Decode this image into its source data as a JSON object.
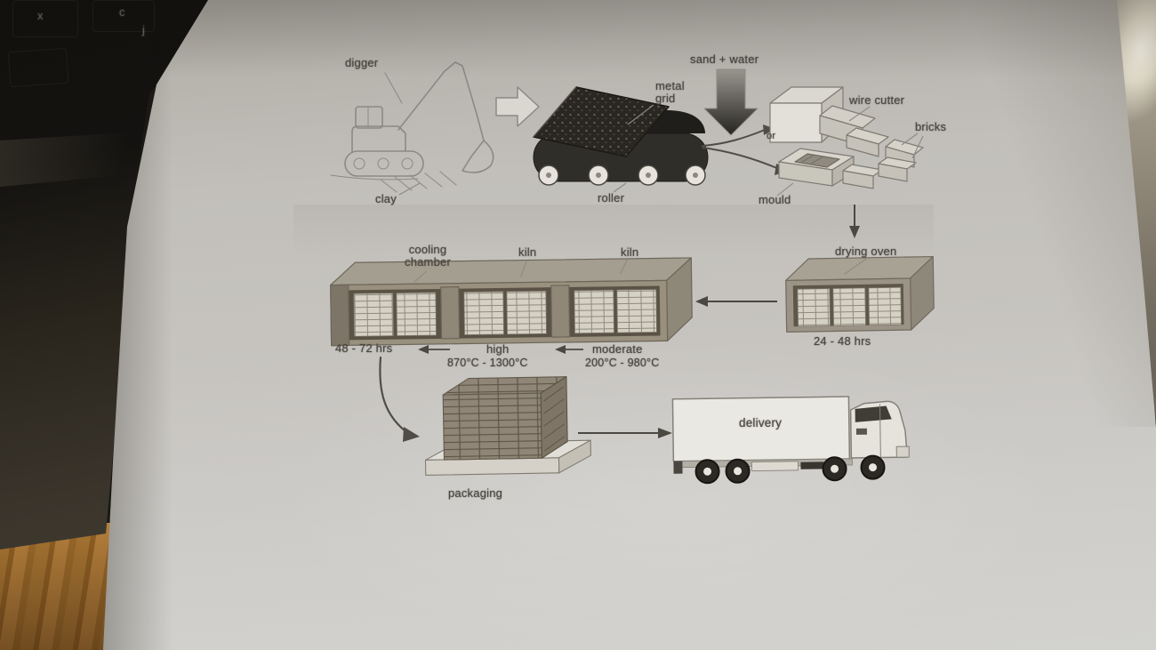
{
  "background": {
    "keyboard_keys": [
      "x",
      "c",
      "j"
    ]
  },
  "colors": {
    "paper": "#c6c4c0",
    "keyboard_black": "#0b0b0a",
    "laptop_body": "#2e2a24",
    "wood_floor": "#a0702f",
    "right_panel": "#8d887b",
    "metal_highlight": "#f2efe7",
    "ink_text": "#46443f",
    "line_art": "#8a8a86",
    "clay_dark": "#21201d",
    "oven_gray": "#9b9487",
    "brick_light": "#d8d4c9",
    "brick_dark": "#8e8476"
  },
  "diagram": {
    "labels": {
      "digger": "digger",
      "clay": "clay",
      "metal_grid": "metal grid",
      "roller": "roller",
      "sand_water": "sand + water",
      "or": "or",
      "wire_cutter": "wire cutter",
      "bricks": "bricks",
      "mould": "mould",
      "drying_oven": "drying oven",
      "drying_time": "24 - 48 hrs",
      "cooling_chamber": "cooling chamber",
      "kiln_1": "kiln",
      "kiln_2": "kiln",
      "cooling_time": "48 - 72 hrs",
      "kiln_high": "high",
      "kiln_high_temp": "870°C - 1300°C",
      "kiln_moderate": "moderate",
      "kiln_moderate_temp": "200°C - 980°C",
      "packaging": "packaging",
      "delivery": "delivery"
    }
  }
}
